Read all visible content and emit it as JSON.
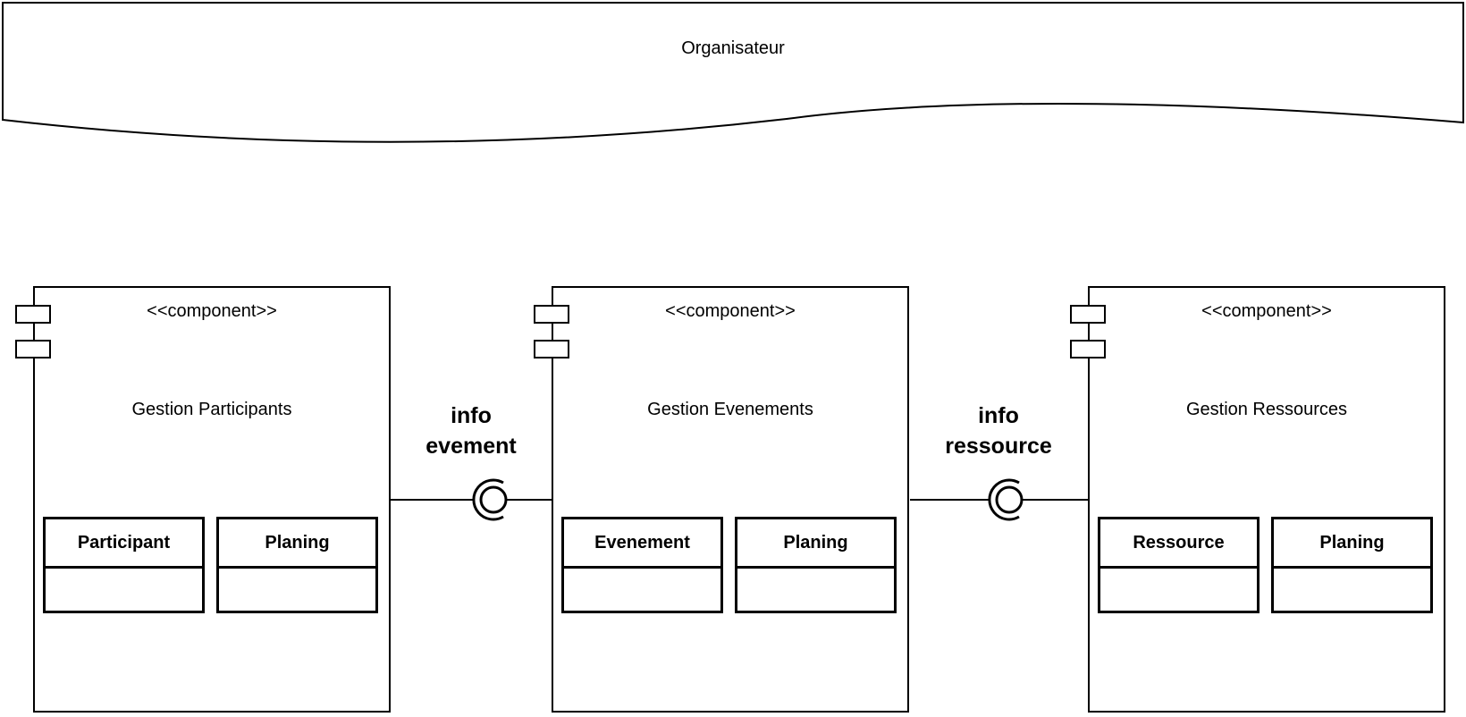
{
  "diagram": {
    "actor": {
      "label": "Organisateur"
    },
    "components": [
      {
        "stereotype": "<<component>>",
        "name": "Gestion Participants",
        "classes": [
          {
            "name": "Participant"
          },
          {
            "name": "Planing"
          }
        ]
      },
      {
        "stereotype": "<<component>>",
        "name": "Gestion Evenements",
        "classes": [
          {
            "name": "Evenement"
          },
          {
            "name": "Planing"
          }
        ]
      },
      {
        "stereotype": "<<component>>",
        "name": "Gestion Ressources",
        "classes": [
          {
            "name": "Ressource"
          },
          {
            "name": "Planing"
          }
        ]
      }
    ],
    "interfaces": [
      {
        "line1": "info",
        "line2": "evement"
      },
      {
        "line1": "info",
        "line2": "ressource"
      }
    ],
    "colors": {
      "stroke": "#000000",
      "fill": "#ffffff"
    }
  }
}
